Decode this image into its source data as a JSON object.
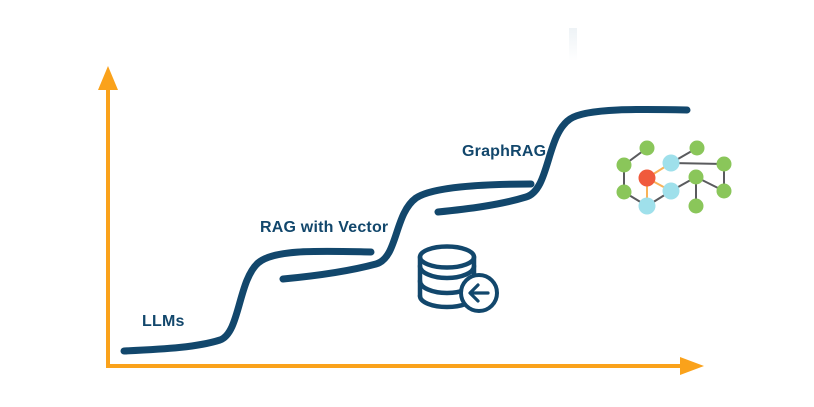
{
  "diagram": {
    "type": "staircase-evolution",
    "stages": [
      {
        "label": "LLMs",
        "level": 1
      },
      {
        "label": "RAG with Vector",
        "level": 2
      },
      {
        "label": "GraphRAG",
        "level": 3
      }
    ],
    "icons": [
      {
        "name": "database-arrow-icon"
      },
      {
        "name": "knowledge-graph-icon"
      }
    ],
    "colors": {
      "curve_navy": "#12476C",
      "axis_orange": "#FAA21B",
      "node_green": "#8AC65A",
      "node_cyan": "#9FE0EB",
      "node_red": "#F05A3C",
      "edge_gray": "#5A5B5E",
      "edge_orange": "#F9B257"
    }
  }
}
